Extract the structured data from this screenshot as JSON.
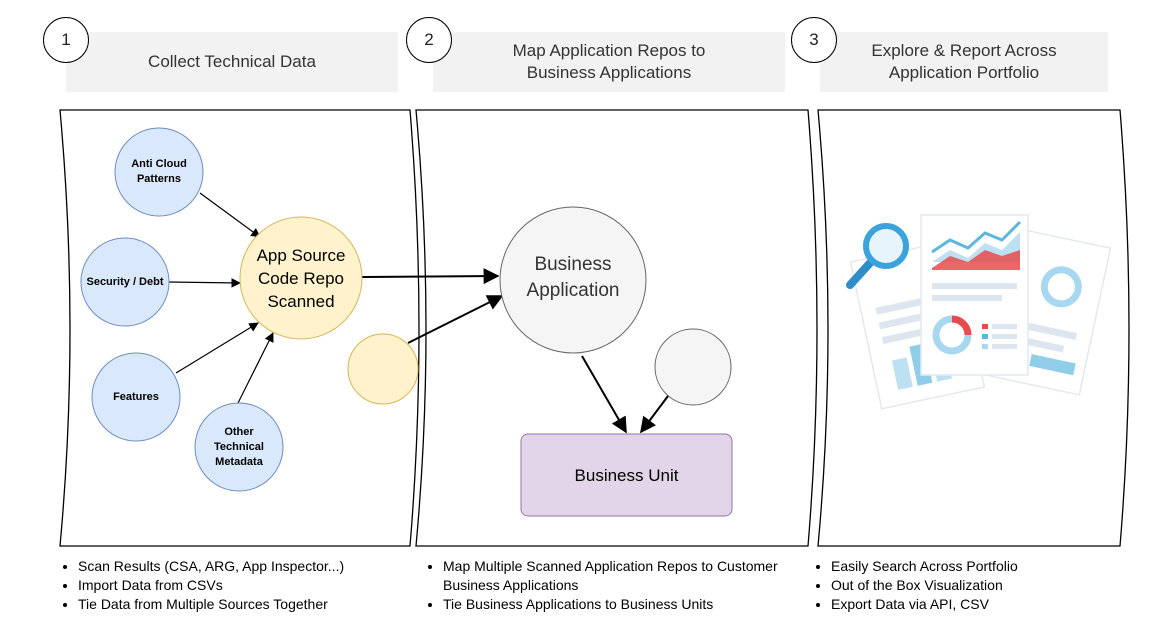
{
  "steps": [
    {
      "number": "1",
      "title": "Collect Technical Data",
      "bullets": [
        "Scan Results (CSA, ARG, App Inspector...)",
        "Import Data from CSVs",
        "Tie Data from Multiple Sources Together"
      ]
    },
    {
      "number": "2",
      "title": "Map Application Repos to\nBusiness Applications",
      "bullets": [
        "Map Multiple Scanned Application Repos to Customer Business Applications",
        "Tie Business Applications to Business Units"
      ]
    },
    {
      "number": "3",
      "title": "Explore & Report Across\nApplication Portfolio",
      "bullets": [
        "Easily Search Across Portfolio",
        "Out of the Box Visualization",
        "Export Data via API, CSV"
      ]
    }
  ],
  "nodes": {
    "anti_cloud": "Anti Cloud\nPatterns",
    "security_debt": "Security / Debt",
    "features": "Features",
    "other_metadata": "Other\nTechnical\nMetadata",
    "app_source": "App Source\nCode Repo\nScanned",
    "business_application": "Business\nApplication",
    "business_unit": "Business Unit"
  },
  "colors": {
    "blue_fill": "#dae8fc",
    "blue_stroke": "#6c8ebf",
    "yellow_fill": "#fff2cc",
    "yellow_stroke": "#d6b656",
    "gray_fill": "#f5f5f5",
    "gray_stroke": "#666666",
    "purple_fill": "#e1d5e7",
    "purple_stroke": "#9673a6",
    "header_bg": "#f2f2f2",
    "accent_blue": "#5bb7e0",
    "accent_red": "#e84b4b"
  },
  "icons": {
    "report": "report-magnifier-illustration"
  }
}
